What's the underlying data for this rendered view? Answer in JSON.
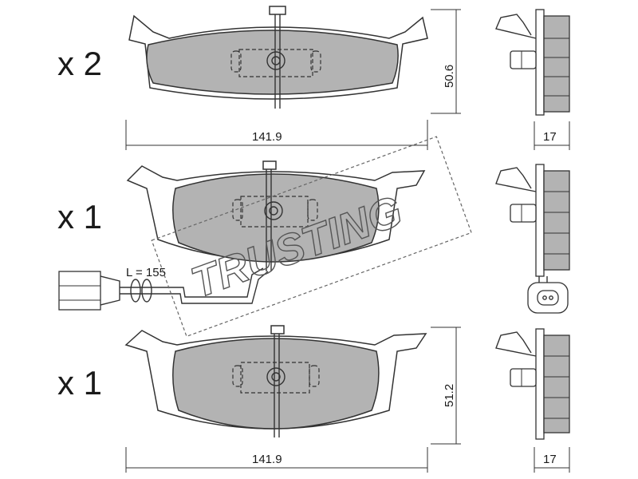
{
  "pads": [
    {
      "quantity": "x 2",
      "height": "50.6",
      "width": "141.9",
      "thickness": "17",
      "has_sensor": false
    },
    {
      "quantity": "x 1",
      "height": "",
      "width": "",
      "thickness": "",
      "has_sensor": true,
      "sensor_length": "L = 155"
    },
    {
      "quantity": "x 1",
      "height": "51.2",
      "width": "141.9",
      "thickness": "17",
      "has_sensor": false
    }
  ],
  "watermark": "TRUSTING",
  "colors": {
    "friction": "#b3b3b3",
    "line": "#333333",
    "background": "#ffffff"
  }
}
